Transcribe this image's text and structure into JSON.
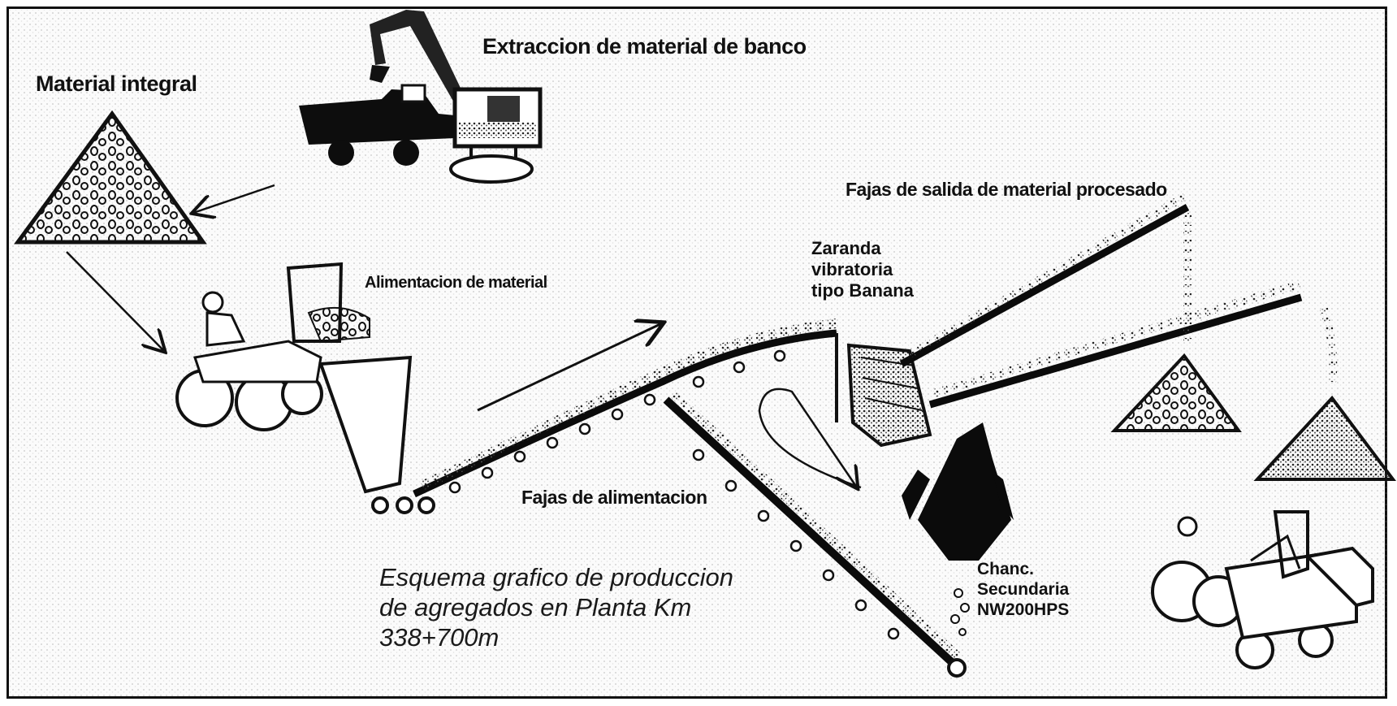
{
  "labels": {
    "extraccion": "Extraccion de material de banco",
    "material_integral": "Material integral",
    "alimentacion_material": "Alimentacion de material",
    "fajas_salida": "Fajas de salida de material procesado",
    "zaranda": [
      "Zaranda",
      "vibratoria",
      "tipo Banana"
    ],
    "fajas_alimentacion": "Fajas de alimentacion",
    "chancadora": [
      "Chanc.",
      "Secundaria",
      "NW200HPS"
    ],
    "esquema": [
      "Esquema grafico de produccion",
      "de agregados en Planta Km",
      "338+700m"
    ]
  },
  "colors": {
    "ink": "#111111",
    "stipple": "#9a9a9a",
    "background": "#fbfbfb"
  },
  "icons": [
    "excavator-icon",
    "dump-truck-icon",
    "material-pile-icon",
    "front-loader-icon",
    "hopper-icon",
    "conveyor-belt-icon",
    "vibrating-screen-icon",
    "cone-crusher-icon",
    "flow-arrow-icon"
  ]
}
